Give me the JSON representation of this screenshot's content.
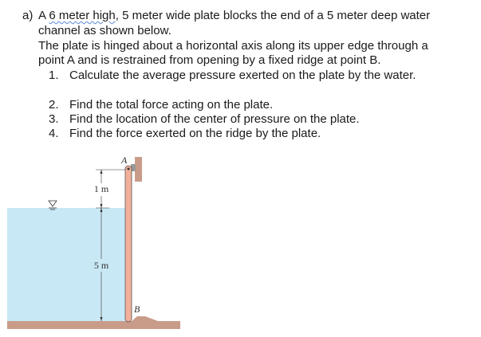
{
  "problem": {
    "label": "a)",
    "line1_pre": "A ",
    "line1_flagged": "6 meter high",
    "line1_post": ", 5 meter wide plate blocks the end of a 5 meter deep water",
    "line2": "channel as shown below.",
    "line3": "The plate is hinged about a horizontal axis along its upper edge through a",
    "line4": "point A and is restrained from opening by a fixed ridge at point B.",
    "items": [
      {
        "num": "1.",
        "text": "Calculate the average pressure exerted on the plate by the water."
      },
      {
        "num": "2.",
        "text": "Find the total force acting on the plate."
      },
      {
        "num": "3.",
        "text": "Find the location of the center of pressure on the plate."
      },
      {
        "num": "4.",
        "text": "Find the force exerted on the ridge by the plate."
      }
    ]
  },
  "figure": {
    "point_a": "A",
    "point_b": "B",
    "dim_top": "1 m",
    "dim_depth": "5 m",
    "colors": {
      "water": "#c9e8f5",
      "plate": "#f2b09a",
      "ground": "#c99c8a"
    }
  }
}
